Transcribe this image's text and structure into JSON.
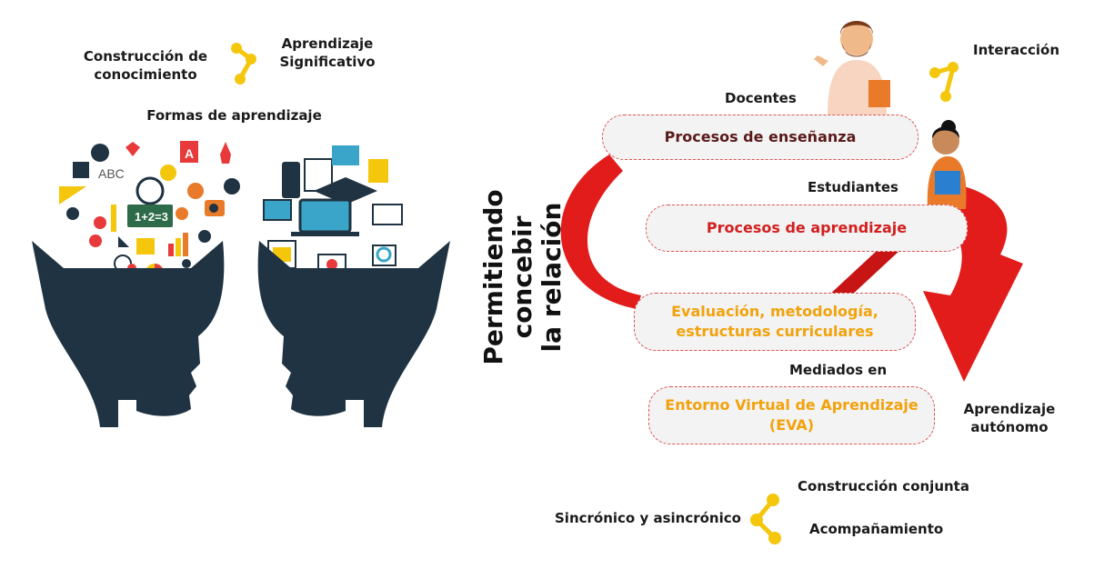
{
  "left": {
    "construccion": "Construcción de\nconocimiento",
    "aprendizaje_significativo": "Aprendizaje\nSignificativo",
    "formas": "Formas de aprendizaje",
    "icons": [
      "pencil-icon",
      "lightbulb-icon",
      "atom-icon",
      "calculator-icon",
      "palette-icon",
      "rocket-icon",
      "laptop-icon",
      "graduation-cap-icon",
      "monitor-icon",
      "tablet-icon"
    ]
  },
  "center": {
    "vertical_text": "Permitiendo concebir\nla relación"
  },
  "right": {
    "interaccion": "Interacción",
    "docentes": "Docentes",
    "procesos_ensenanza": "Procesos de enseñanza",
    "estudiantes": "Estudiantes",
    "procesos_aprendizaje": "Procesos de aprendizaje",
    "evaluacion": "Evaluación, metodología,\nestructuras curriculares",
    "mediados": "Mediados en",
    "eva": "Entorno Virtual de Aprendizaje\n(EVA)",
    "aprendizaje_autonomo": "Aprendizaje\nautónomo",
    "construccion_conjunta": "Construcción conjunta",
    "sincronico": "Sincrónico y asincrónico",
    "acompanamiento": "Acompañamiento"
  },
  "colors": {
    "dark_navy": "#1f3342",
    "red_arrow": "#e21b1b",
    "yellow_connector": "#f4c60c",
    "orange_text": "#f2a20c",
    "red_text": "#d21f1f",
    "dark_text": "#5a1a1a"
  }
}
